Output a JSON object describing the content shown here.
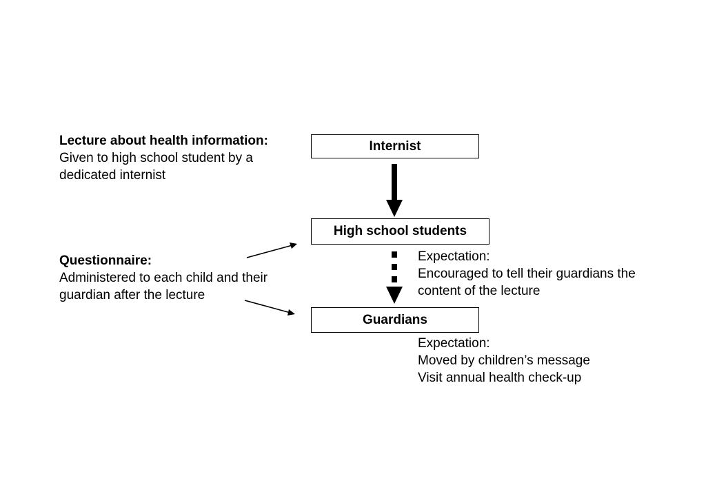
{
  "boxes": {
    "internist": "Internist",
    "students": "High school students",
    "guardians": "Guardians"
  },
  "lecture": {
    "heading": "Lecture about health information:",
    "lines": [
      "Given to high school student by a",
      "dedicated internist"
    ]
  },
  "questionnaire": {
    "heading": "Questionnaire:",
    "lines": [
      "Administered to each child and their",
      "guardian after the lecture"
    ]
  },
  "expectation_students": {
    "lines": [
      "Expectation:",
      "Encouraged to tell their guardians the",
      "content of the lecture"
    ]
  },
  "expectation_guardians": {
    "lines": [
      "Expectation:",
      "Moved by children’s message",
      "Visit annual health check-up"
    ]
  }
}
